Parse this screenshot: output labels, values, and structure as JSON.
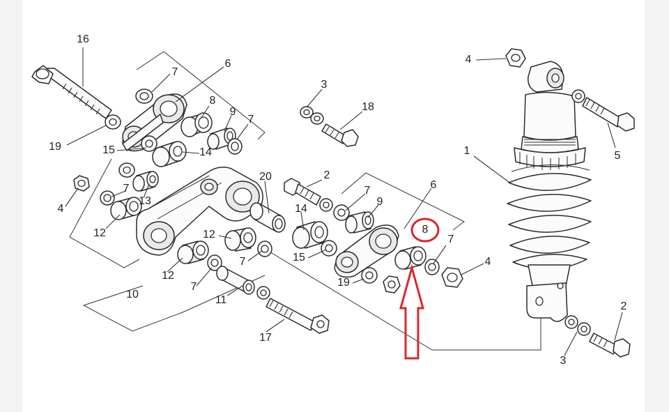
{
  "diagram": {
    "part_labels": [
      "16",
      "7",
      "6",
      "3",
      "18",
      "8",
      "9",
      "7",
      "19",
      "15",
      "14",
      "20",
      "2",
      "7",
      "9",
      "6",
      "4",
      "13",
      "7",
      "12",
      "14",
      "8",
      "7",
      "12",
      "15",
      "7",
      "4",
      "19",
      "12",
      "7",
      "11",
      "10",
      "17",
      "1",
      "4",
      "5",
      "2",
      "3"
    ],
    "highlight": {
      "label": "8",
      "circle_color": "#d9272e",
      "arrow_color": "#d9272e"
    }
  }
}
